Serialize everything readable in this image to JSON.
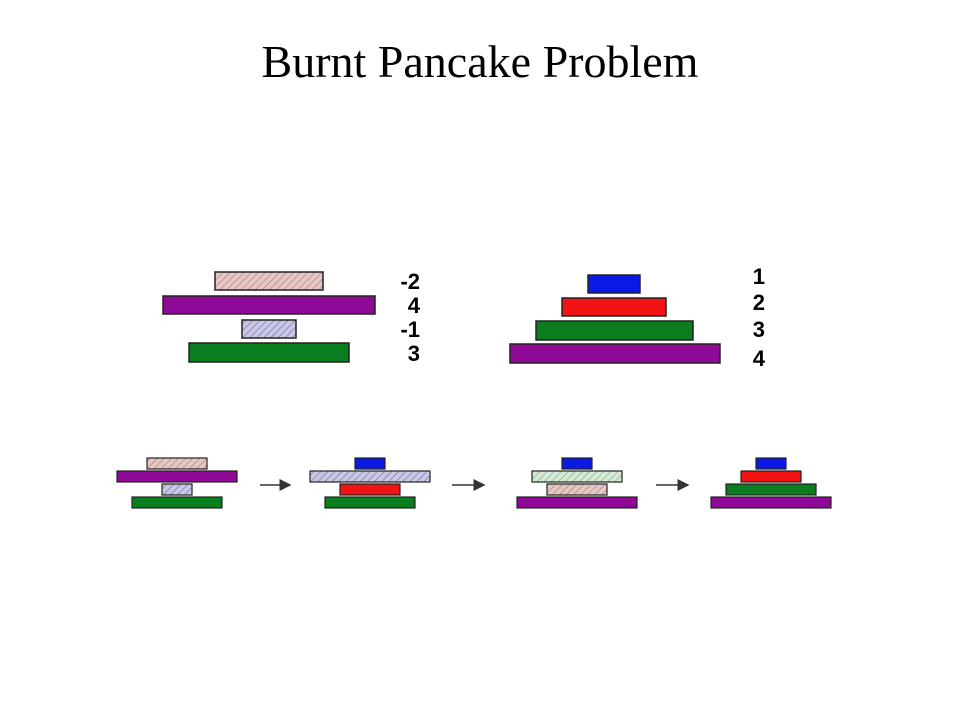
{
  "title": "Burnt Pancake Problem",
  "colors": {
    "blue": "#0a19e6",
    "red": "#f21414",
    "green": "#0a7d1e",
    "purple": "#8e0a96",
    "burnt_pink": "#e7c6c3",
    "burnt_lavender": "#c9c8e6",
    "burnt_mint": "#d4ecd6",
    "outline": "#222222",
    "arrow": "#333333"
  },
  "initial_stack": {
    "labels": [
      "-2",
      "4",
      "-1",
      "3"
    ],
    "pancakes": [
      {
        "value": -2,
        "color": "burnt_pink",
        "burnt": true
      },
      {
        "value": 4,
        "color": "purple",
        "burnt": false
      },
      {
        "value": -1,
        "color": "burnt_lavender",
        "burnt": true
      },
      {
        "value": 3,
        "color": "green",
        "burnt": false
      }
    ]
  },
  "sorted_stack": {
    "labels": [
      "1",
      "2",
      "3",
      "4"
    ],
    "pancakes": [
      {
        "value": 1,
        "color": "blue",
        "burnt": false
      },
      {
        "value": 2,
        "color": "red",
        "burnt": false
      },
      {
        "value": 3,
        "color": "green",
        "burnt": false
      },
      {
        "value": 4,
        "color": "purple",
        "burnt": false
      }
    ]
  },
  "sequence": [
    [
      {
        "value": 2,
        "color": "burnt_pink",
        "burnt": true
      },
      {
        "value": 4,
        "color": "purple",
        "burnt": false
      },
      {
        "value": 1,
        "color": "burnt_lavender",
        "burnt": true
      },
      {
        "value": 3,
        "color": "green",
        "burnt": false
      }
    ],
    [
      {
        "value": 1,
        "color": "blue",
        "burnt": false
      },
      {
        "value": 4,
        "color": "burnt_lavender",
        "burnt": true
      },
      {
        "value": 2,
        "color": "red",
        "burnt": false
      },
      {
        "value": 3,
        "color": "green",
        "burnt": false
      }
    ],
    [
      {
        "value": 1,
        "color": "blue",
        "burnt": false
      },
      {
        "value": 3,
        "color": "burnt_mint",
        "burnt": true
      },
      {
        "value": 2,
        "color": "burnt_pink",
        "burnt": true
      },
      {
        "value": 4,
        "color": "purple",
        "burnt": false
      }
    ],
    [
      {
        "value": 1,
        "color": "blue",
        "burnt": false
      },
      {
        "value": 2,
        "color": "red",
        "burnt": false
      },
      {
        "value": 3,
        "color": "green",
        "burnt": false
      },
      {
        "value": 4,
        "color": "purple",
        "burnt": false
      }
    ]
  ]
}
